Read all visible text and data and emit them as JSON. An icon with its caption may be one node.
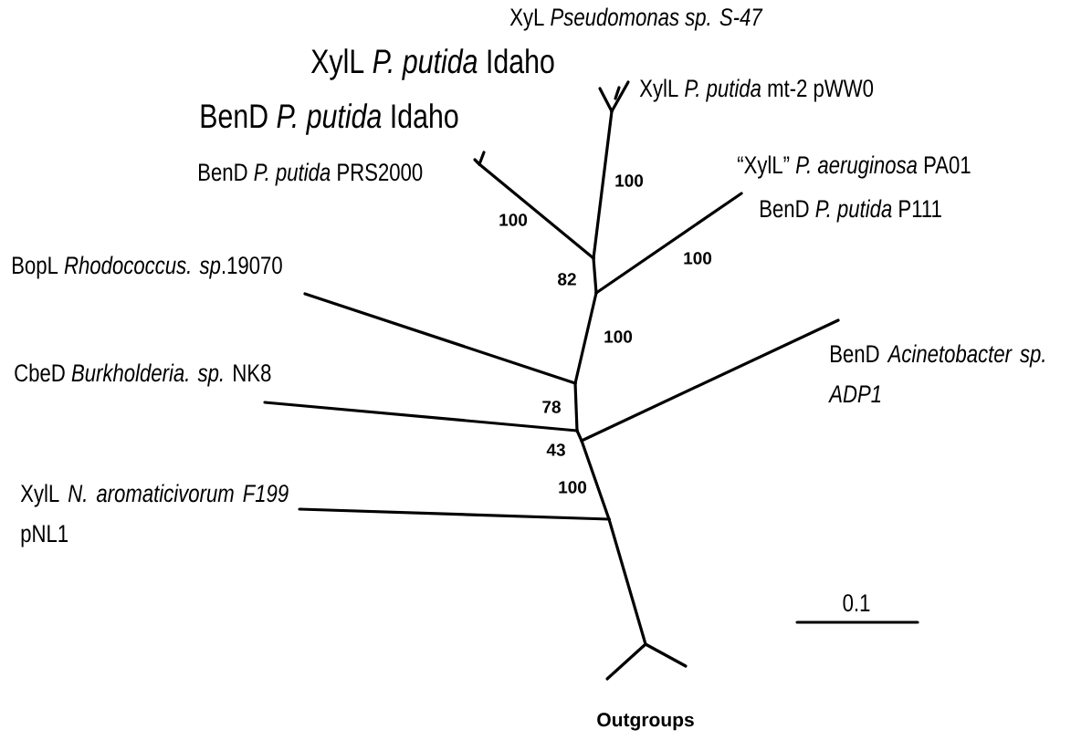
{
  "diagram": {
    "labels": [
      "XyL *Pseudomonas sp. S-47*",
      "XylL *P. putida* Idaho",
      "XylL *P. putida* mt-2 pWW0",
      "BenD *P. putida* Idaho",
      "BenD *P. putida* PRS2000",
      "100",
      "“XylL” *P. aeruginosa* PA01",
      "BenD *P. putida* P111",
      "100",
      "BopL *Rhodococcus. sp*.19070",
      "100",
      "82",
      "100",
      "BenD *Acinetobacter sp. ADP1*",
      "CbeD *Burkholderia. sp.* NK8",
      "78",
      "43",
      "XylL *N. aromaticivorum F199* pNL1",
      "100",
      "0.1",
      "Outgroups"
    ]
  }
}
